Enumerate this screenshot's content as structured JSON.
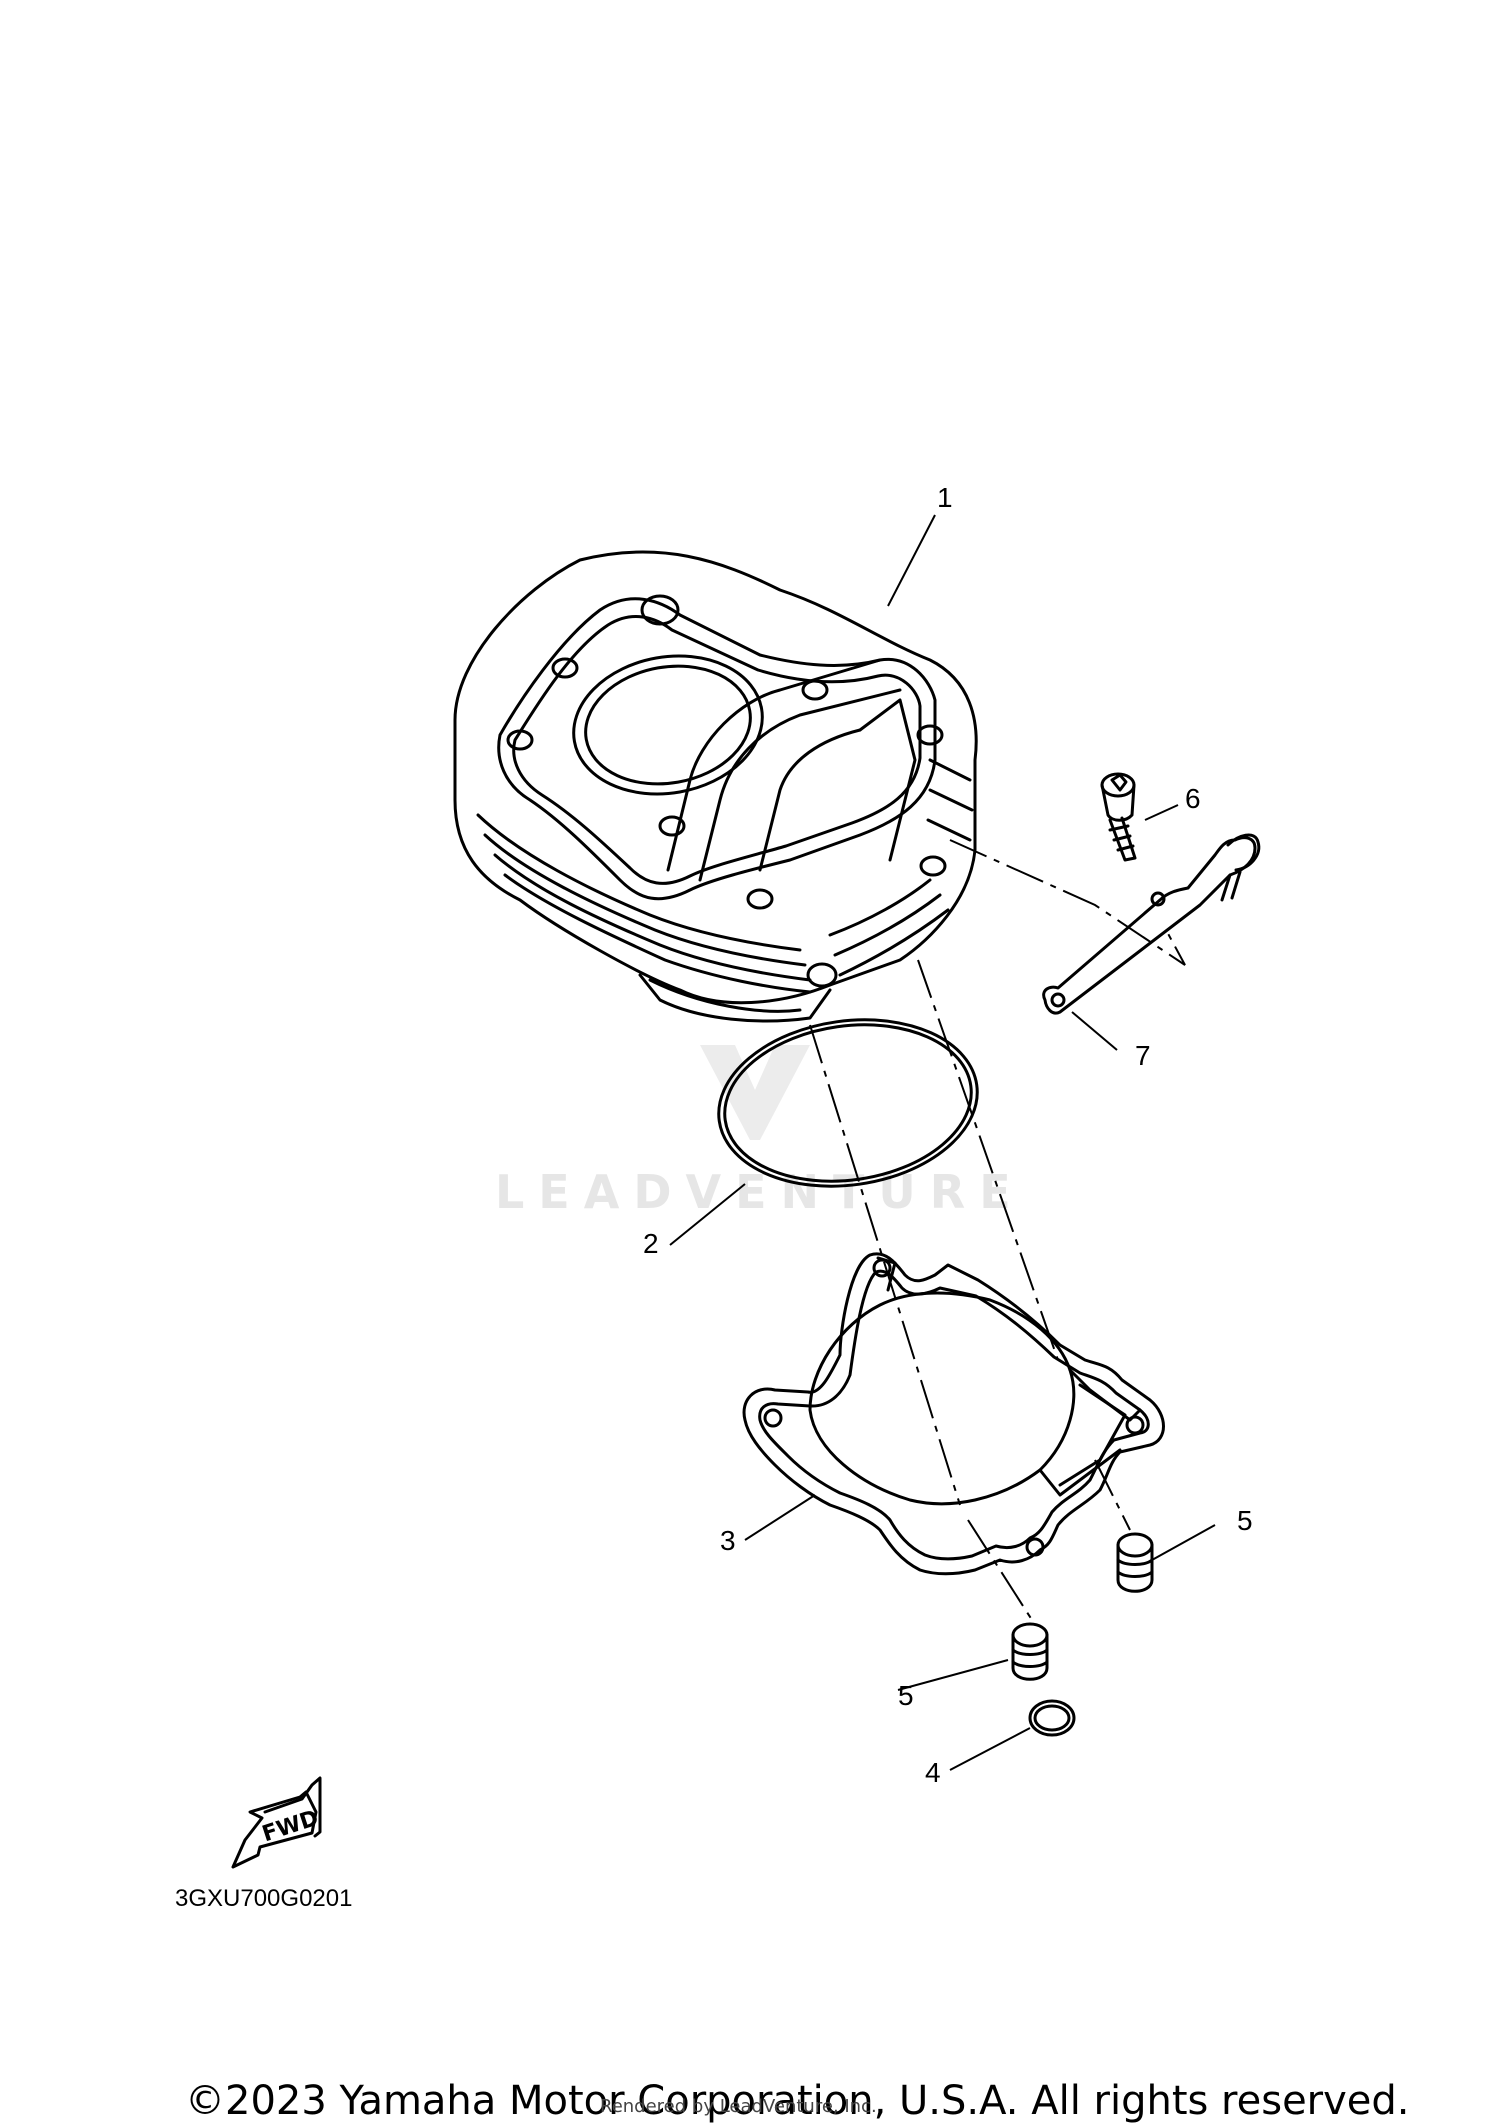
{
  "callouts": {
    "c1": "1",
    "c2": "2",
    "c3": "3",
    "c4": "4",
    "c5a": "5",
    "c5b": "5",
    "c6": "6",
    "c7": "7"
  },
  "fwd_label": "FWD",
  "diagram_code": "3GXU700G0201",
  "watermark": "LEADVENTURE",
  "copyright": "©2023 Yamaha Motor Corporation, U.S.A. All rights reserved.",
  "rendered_by": "Rendered by LeadVenture, Inc."
}
